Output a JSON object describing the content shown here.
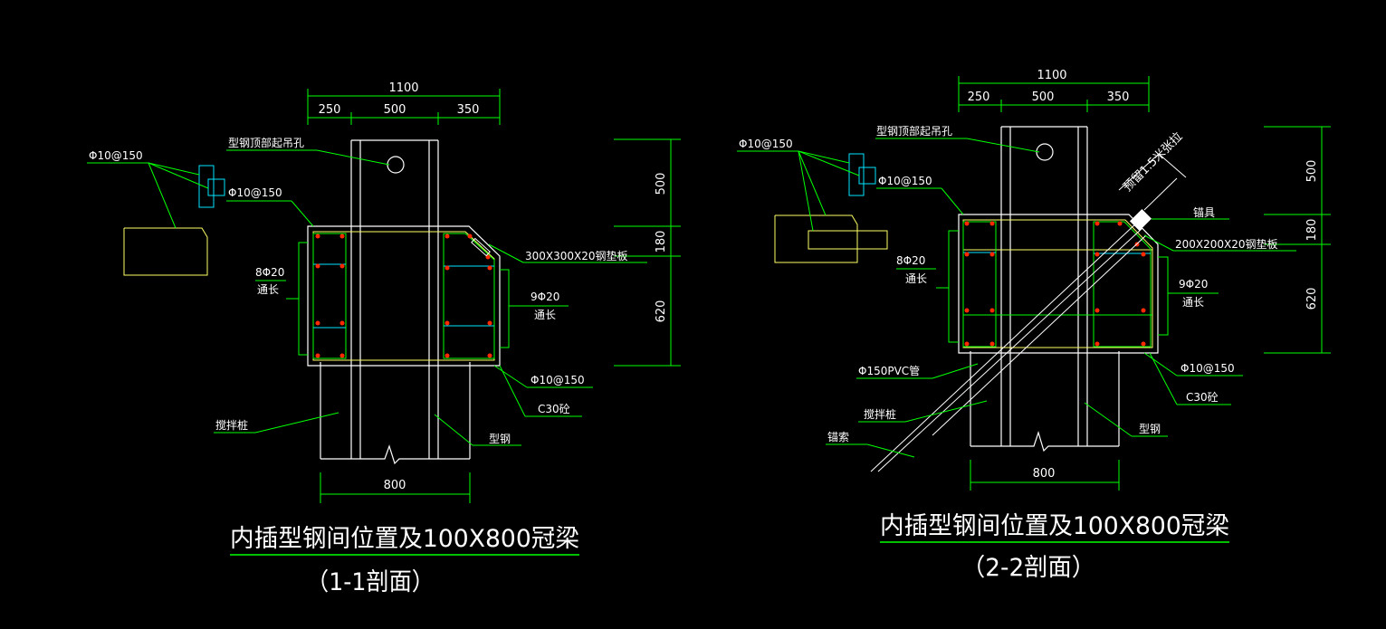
{
  "colors": {
    "background": "#000000",
    "white": "#ffffff",
    "green": "#00ff00",
    "yellow": "#ffff66",
    "cyan": "#00e5ff",
    "red": "#ff2a00"
  },
  "section_1": {
    "dims": {
      "top_total": "1100",
      "top_left": "250",
      "top_mid": "500",
      "top_right": "350",
      "right_top": "500",
      "right_mid": "180",
      "right_bot": "620",
      "bottom": "800"
    },
    "labels": {
      "lifting_hole": "型钢顶部起吊孔",
      "stirrup_detail": "Φ10@150",
      "stirrup_top": "Φ10@150",
      "plate": "300X300X20钢垫板",
      "left_bars": "8Φ20",
      "left_bars_sub": "通长",
      "right_bars": "9Φ20",
      "right_bars_sub": "通长",
      "stirrup_bottom": "Φ10@150",
      "concrete": "C30砼",
      "pile": "搅拌桩",
      "steel": "型钢"
    },
    "title": "内插型钢间位置及100X800冠梁",
    "subtitle": "（1-1剖面）"
  },
  "section_2": {
    "dims": {
      "top_total": "1100",
      "top_left": "250",
      "top_mid": "500",
      "top_right": "350",
      "right_top": "500",
      "right_mid": "180",
      "right_bot": "620",
      "bottom": "800"
    },
    "labels": {
      "lifting_hole": "型钢顶部起吊孔",
      "stirrup_detail": "Φ10@150",
      "stirrup_top": "Φ10@150",
      "anchor_note": "预留1.5米张拉",
      "anchor_head": "锚具",
      "plate": "200X200X20钢垫板",
      "left_bars": "8Φ20",
      "left_bars_sub": "通长",
      "right_bars": "9Φ20",
      "right_bars_sub": "通长",
      "pvc": "Φ150PVC管",
      "stirrup_bottom": "Φ10@150",
      "concrete": "C30砼",
      "pile": "搅拌桩",
      "steel": "型钢",
      "anchor_cable": "锚索"
    },
    "title": "内插型钢间位置及100X800冠梁",
    "subtitle": "（2-2剖面）"
  }
}
